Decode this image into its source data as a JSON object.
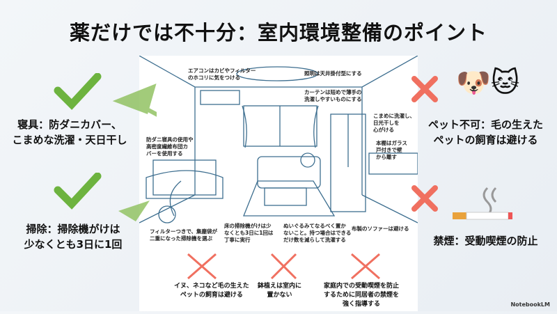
{
  "title": "薬だけでは不十分：室内環境整備のポイント",
  "left": {
    "bedding": "寝具：防ダニカバー、\nこまめな洗濯・天日干し",
    "cleaning": "掃除：掃除機がけは\n少なくとも3日に1回"
  },
  "right": {
    "pets": "ペット不可：毛の生えた\nペットの飼育は避ける",
    "smoking": "禁煙：受動喫煙の防止"
  },
  "labels": {
    "aircon": "エアコンはカビやフィルター\nのホコリに気をつける",
    "light": "照明は天井掛付型にする",
    "curtain": "カーテンは短めで薄手の\n洗濯しやすいものにする",
    "laundry": "こまめに洗濯し、\n日光干しを\n心がける",
    "bookshelf": "本棚はガラス\n戸付きで壁\nから離す",
    "bedcover": "防ダニ寝具の使用や\n高密度繊維布団カ\nバーを使用する",
    "vacuum": "フィルターつきで、集塵袋が\n二重になった掃除機を選ぶ",
    "floor": "床の掃除機がけは少\nなくとも3日に1回は\n丁寧に実行",
    "plush": "ぬいぐるみてなるべく置か\nないこと。持つ場合はできる\nだけ数を減らして洗濯する",
    "sofa": "布製のソファーは避ける"
  },
  "captions": {
    "pets": "イヌ、ネコなど毛の生えた\nペットの飼育は避ける",
    "plants": "鉢植えは室内に\n置かない",
    "smoke": "家庭内での受動喫煙を防止\nするために同居者の禁煙を\n強く指導する"
  },
  "brand": "NotebookLM",
  "colors": {
    "check": "#6db33f",
    "cross": "#f07060",
    "line": "#3d6e8f"
  }
}
